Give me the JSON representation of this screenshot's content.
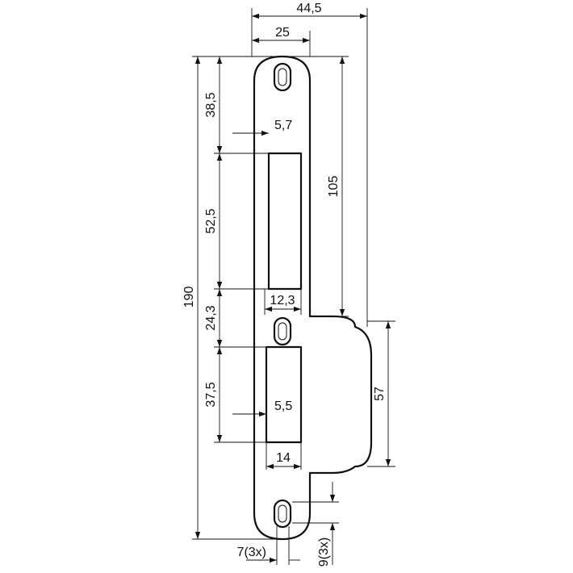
{
  "dimensions": {
    "total_width": "44,5",
    "top_width": "25",
    "top_to_window": "38,5",
    "window_offset_upper": "5,7",
    "upper_window_height": "52,5",
    "upper_window_width": "12,3",
    "right_edge_height": "105",
    "total_height": "190",
    "gap_height": "24,3",
    "lower_window_height": "37,5",
    "window_offset_lower": "5,5",
    "lower_window_width": "14",
    "lip_height": "57",
    "hole_width": "7(3x)",
    "hole_height": "9(3x)"
  }
}
